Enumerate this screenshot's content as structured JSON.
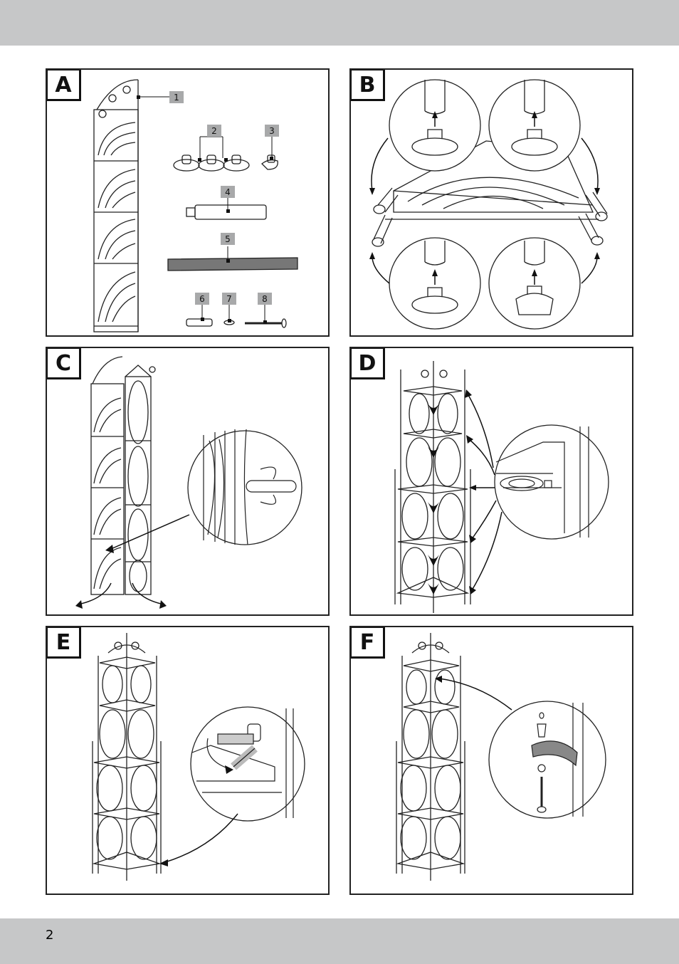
{
  "page": {
    "number": "2"
  },
  "panels": {
    "a": {
      "letter": "A",
      "labels": [
        "1",
        "2",
        "3",
        "4",
        "5",
        "6",
        "7",
        "8"
      ]
    },
    "b": {
      "letter": "B"
    },
    "c": {
      "letter": "C"
    },
    "d": {
      "letter": "D"
    },
    "e": {
      "letter": "E"
    },
    "f": {
      "letter": "F"
    }
  }
}
